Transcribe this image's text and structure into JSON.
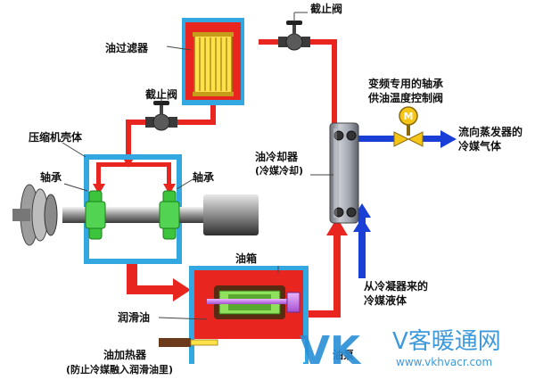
{
  "labels": {
    "stop_valve_top": "截止阀",
    "oil_filter": "油过滤器",
    "stop_valve_left": "截止阀",
    "compressor_shell": "压缩机壳体",
    "bearing_left": "轴承",
    "bearing_right": "轴承",
    "vfd_valve_line1": "变频专用的轴承",
    "vfd_valve_line2": "供油温度控制阀",
    "to_evaporator_line1": "流向蒸发器的",
    "to_evaporator_line2": "冷媒气体",
    "oil_cooler_line1": "油冷却器",
    "oil_cooler_line2": "(冷媒冷却)",
    "oil_tank": "油箱",
    "lube_oil": "润滑油",
    "oil_pump": "油泵",
    "from_condenser_line1": "从冷凝器来的",
    "from_condenser_line2": "冷媒液体",
    "oil_heater_line1": "油加热器",
    "oil_heater_line2": "(防止冷媒融入润滑油里)"
  },
  "icons": {
    "valve_motor_letter": "M"
  },
  "watermark": {
    "logo": "VK",
    "brand": "V客暖通网",
    "url": "www.vkhvacr.com"
  },
  "colors": {
    "oil_line": "#e8261f",
    "refrigerant_line": "#1a3fd6",
    "shell_blue": "#33a7e0",
    "filter_yellow": "#ffe24a",
    "bearing_green": "#3cc43c",
    "valve_yellow": "#f5c518"
  }
}
